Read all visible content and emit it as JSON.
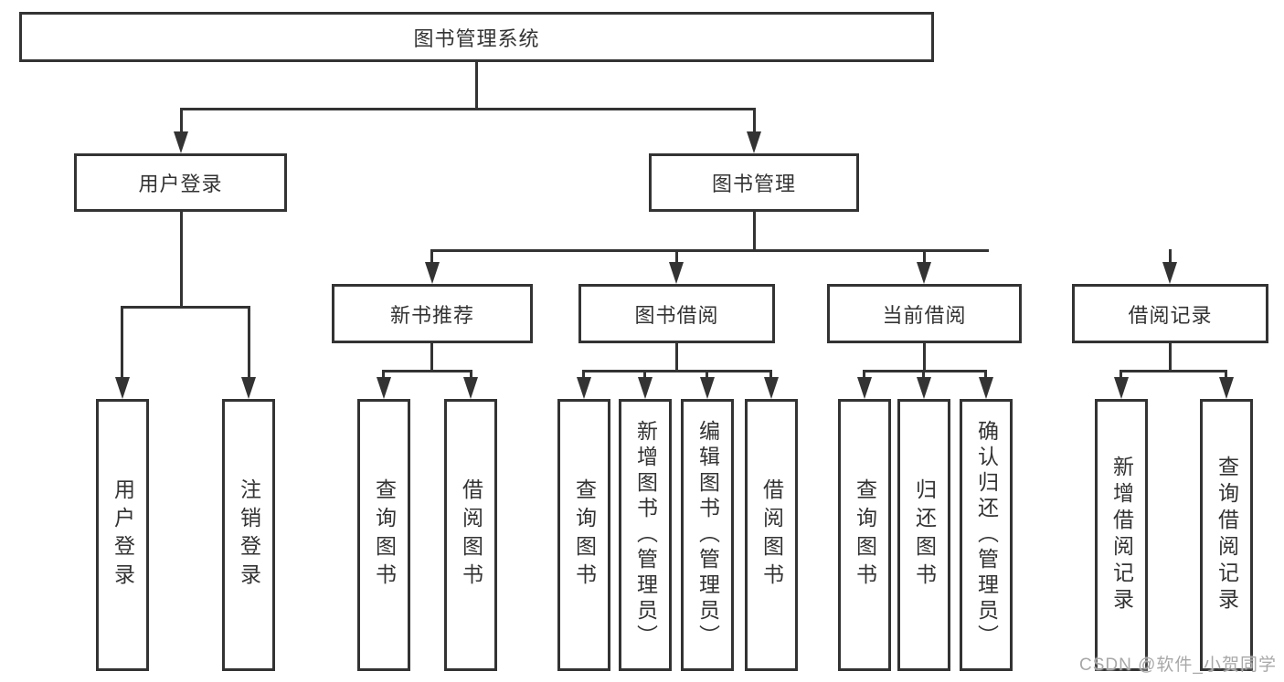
{
  "diagram": {
    "root": {
      "label": "图书管理系统"
    },
    "l2": {
      "user_login": {
        "label": "用户登录"
      },
      "book_mgmt": {
        "label": "图书管理"
      }
    },
    "l3": {
      "new_books": {
        "label": "新书推荐"
      },
      "book_borrow": {
        "label": "图书借阅"
      },
      "current_borrow": {
        "label": "当前借阅"
      },
      "borrow_records": {
        "label": "借阅记录"
      }
    },
    "l4": {
      "user_login": {
        "label": "用户登录"
      },
      "logout": {
        "label": "注销登录"
      },
      "nb_query": {
        "label": "查询图书"
      },
      "nb_borrow": {
        "label": "借阅图书"
      },
      "bb_query": {
        "label": "查询图书"
      },
      "bb_add": {
        "label": "新增图书（管理员）"
      },
      "bb_edit": {
        "label": "编辑图书（管理员）"
      },
      "bb_borrow": {
        "label": "借阅图书"
      },
      "cb_query": {
        "label": "查询图书"
      },
      "cb_return": {
        "label": "归还图书"
      },
      "cb_confirm": {
        "label": "确认归还（管理员）"
      },
      "br_add": {
        "label": "新增借阅记录"
      },
      "br_query": {
        "label": "查询借阅记录"
      }
    },
    "line_color": "#333333",
    "background_color": "#ffffff"
  },
  "watermark": {
    "text": "CSDN @软件_小贺同学"
  }
}
